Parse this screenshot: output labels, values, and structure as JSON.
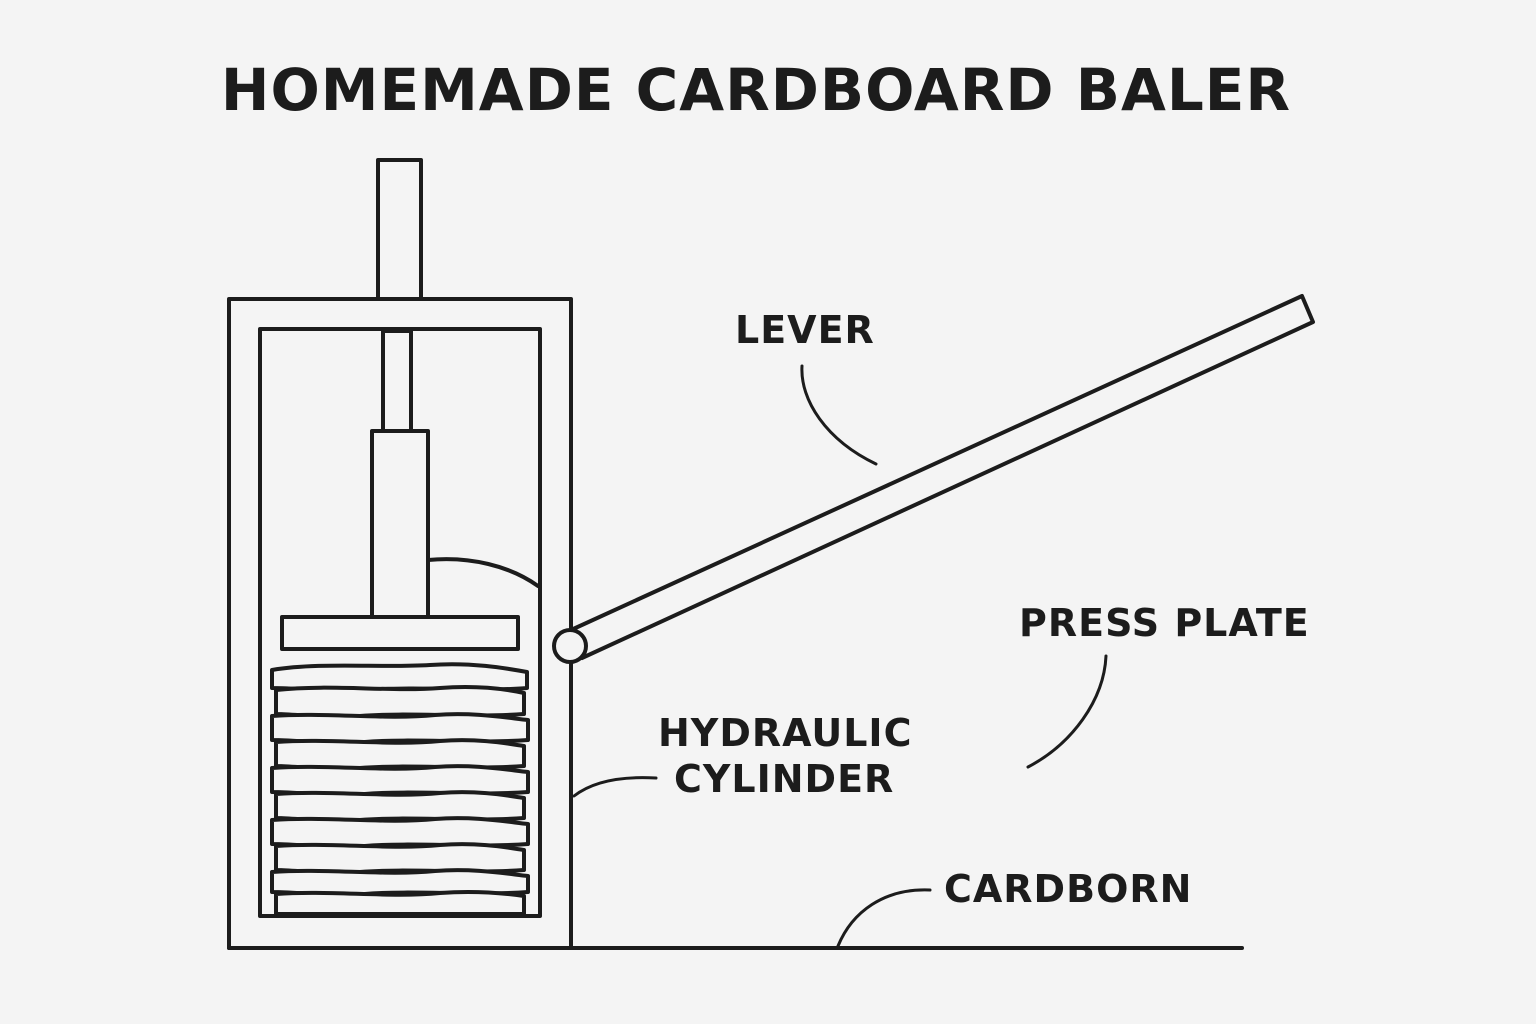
{
  "title": "HOMEMADE CARDBOARD BALER",
  "labels": {
    "lever": "LEVER",
    "press_plate": "PRESS PLATE",
    "hydraulic_line1": "HYDRAULIC",
    "hydraulic_line2": "CYLINDER",
    "cardboard": "CARDBORN"
  }
}
